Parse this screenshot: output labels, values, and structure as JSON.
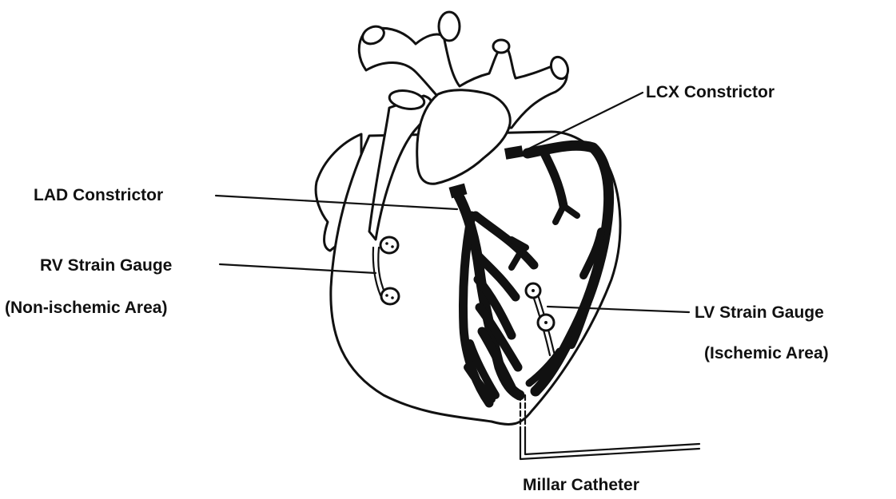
{
  "labels": {
    "lcx_constrictor": "LCX Constrictor",
    "lad_constrictor": "LAD Constrictor",
    "rv_strain_gauge": "RV Strain Gauge",
    "rv_area": "(Non-ischemic Area)",
    "lv_strain_gauge": "LV Strain Gauge",
    "lv_area": "(Ischemic Area)",
    "millar_catheter": "Millar Catheter"
  },
  "colors": {
    "ink": "#111111",
    "background": "#ffffff"
  }
}
